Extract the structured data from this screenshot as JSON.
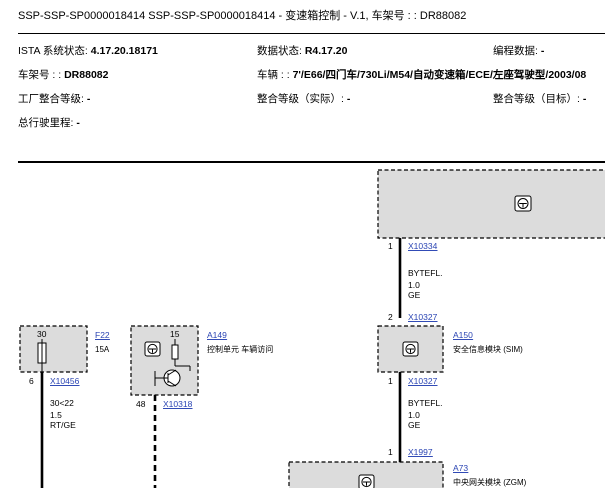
{
  "header": {
    "title": "SSP-SSP-SP0000018414 SSP-SSP-SP0000018414 - 变速箱控制 - V.1, 车架号 : : DR88082"
  },
  "info": {
    "ista_label": "ISTA 系统状态: ",
    "ista_value": "4.17.20.18171",
    "data_label": "数据状态: ",
    "data_value": "R4.17.20",
    "code_label": "编程数据: ",
    "code_value": "-",
    "vin_label": "车架号 : : ",
    "vin_value": "DR88082",
    "vehicle_label": "车辆 : : ",
    "vehicle_value": "7'/E66/四门车/730Li/M54/自动变速箱/ECE/左座驾驶型/2003/08",
    "factory_label": "工厂整合等级: ",
    "factory_value": "-",
    "actual_label": "整合等级（实际）: ",
    "actual_value": "-",
    "target_label": "整合等级（目标）: ",
    "target_value": "-",
    "mileage_label": "总行驶里程: ",
    "mileage_value": "-"
  },
  "diagram": {
    "top": {
      "pin1": "1",
      "connector1": "X10334",
      "wire_type": "BYTEFL.",
      "wire_size": "1.0",
      "wire_color": "GE",
      "pin2": "2",
      "connector2": "X10327"
    },
    "sim": {
      "code": "A150",
      "name": "安全信息模块 (SIM)",
      "pin1": "1",
      "connector1": "X10327",
      "wire_type": "BYTEFL.",
      "wire_size": "1.0",
      "wire_color": "GE",
      "pin2": "1",
      "connector2": "X1997"
    },
    "zgm": {
      "code": "A73",
      "name": "中央网关模块 (ZGM)"
    },
    "fuse": {
      "terminal": "30",
      "code": "F22",
      "rating": "15A",
      "pin": "6",
      "connector": "X10456",
      "wire_type": "30<22",
      "wire_size": "1.5",
      "wire_color": "RT/GE"
    },
    "cas": {
      "terminal": "15",
      "code": "A149",
      "name": "控制单元 车辆访问",
      "pin": "48",
      "connector": "X10318"
    }
  }
}
